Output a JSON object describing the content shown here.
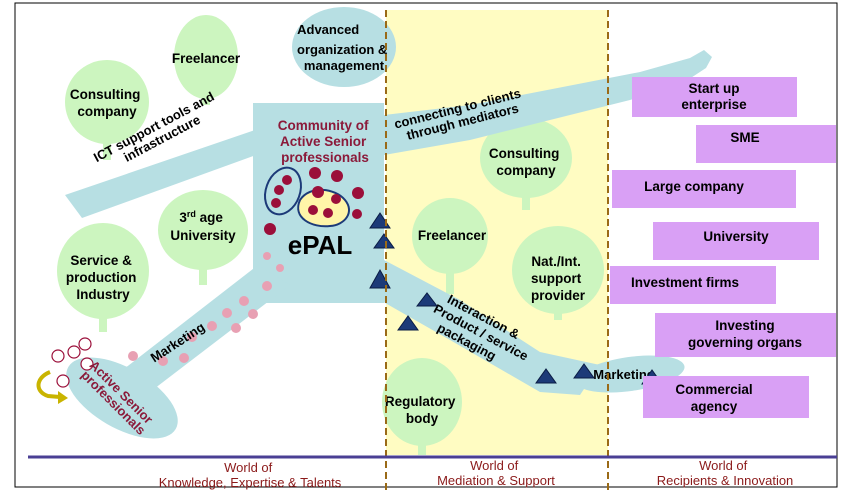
{
  "trees_left": [
    {
      "id": "freelancer-left",
      "label": [
        "Freelancer"
      ]
    },
    {
      "id": "advanced-org",
      "label": [
        "Advanced",
        "organization &",
        "management"
      ]
    },
    {
      "id": "consulting-left",
      "label": [
        "Consulting",
        "company"
      ]
    },
    {
      "id": "third-age",
      "label": [
        "3rd age",
        "University"
      ]
    },
    {
      "id": "service-industry",
      "label": [
        "Service &",
        "production",
        "Industry"
      ]
    }
  ],
  "trees_middle": [
    {
      "id": "consulting-mid",
      "label": [
        "Consulting",
        "company"
      ]
    },
    {
      "id": "freelancer-mid",
      "label": [
        "Freelancer"
      ]
    },
    {
      "id": "nat-int",
      "label": [
        "Nat./Int.",
        "support",
        "provider"
      ]
    },
    {
      "id": "regulatory",
      "label": [
        "Regulatory",
        "body"
      ]
    }
  ],
  "body": {
    "community": [
      "Community of",
      "Active Senior",
      "professionals"
    ],
    "epal": "ePAL",
    "arm_ict": [
      "ICT support tools and",
      "infrastructure"
    ],
    "arm_connect": [
      "connecting to clients",
      "through mediators"
    ],
    "leg_marketing": "Marketing",
    "foot_left": [
      "Active Senior",
      "professionals"
    ],
    "leg_interaction": [
      "Interaction &",
      "Product / service",
      "packaging"
    ],
    "foot_right": "Marketing"
  },
  "recipients": [
    {
      "id": "startup",
      "label": [
        "Start up",
        "enterprise"
      ]
    },
    {
      "id": "sme",
      "label": [
        "SME"
      ]
    },
    {
      "id": "large",
      "label": [
        "Large company"
      ]
    },
    {
      "id": "university",
      "label": [
        "University"
      ]
    },
    {
      "id": "investment",
      "label": [
        "Investment firms"
      ]
    },
    {
      "id": "investing-organs",
      "label": [
        "Investing",
        "governing organs"
      ]
    },
    {
      "id": "commercial",
      "label": [
        "Commercial",
        "agency"
      ]
    }
  ],
  "worlds": [
    {
      "id": "knowledge",
      "label": [
        "World of",
        "Knowledge, Expertise & Talents"
      ]
    },
    {
      "id": "mediation",
      "label": [
        "World of",
        "Mediation & Support"
      ]
    },
    {
      "id": "recipients",
      "label": [
        "World of",
        "Recipients & Innovation"
      ]
    }
  ],
  "colors": {
    "tree": "#ccf5bf",
    "body": "#b7dfe3",
    "purple": "#d9a0f5",
    "mediation_bg": "#fffcc2",
    "triangle": "#1c3a78",
    "dot_maroon": "#9b0f3a",
    "dot_pink": "#e8a0b3",
    "baseline": "#4a3f94",
    "dashed": "#9a6a17"
  }
}
